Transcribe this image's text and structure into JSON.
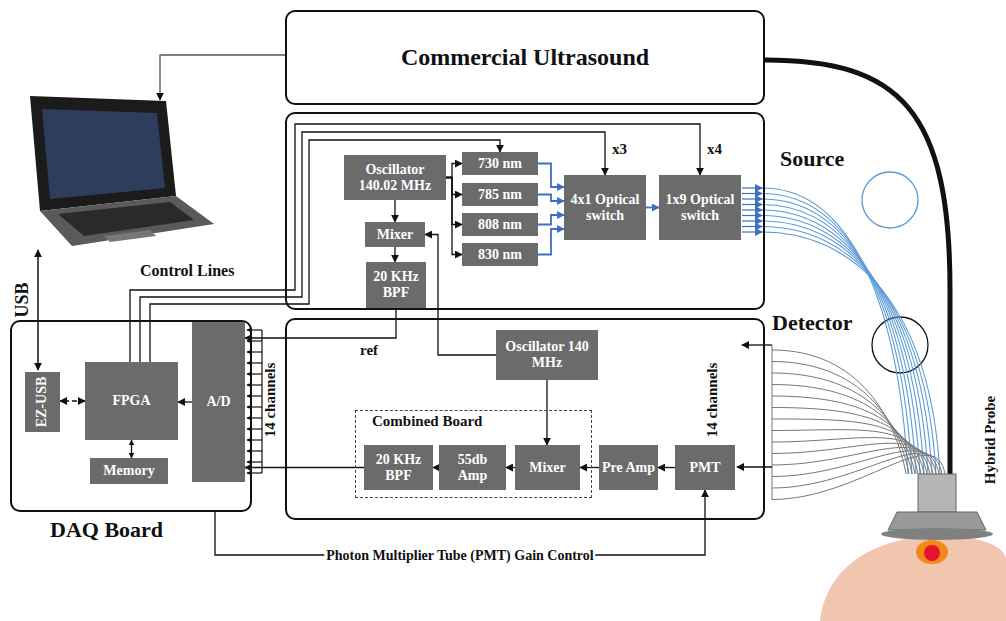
{
  "diagram": {
    "nodes": [
      {
        "text": [
          "Commercial Ultrasound"
        ]
      },
      {
        "text": [
          "Source"
        ]
      },
      {
        "text": [
          "Oscillator 140.02 MHz"
        ],
        "in": 1
      },
      {
        "text": [
          "730 nm"
        ],
        "in": 1
      },
      {
        "text": [
          "785 nm"
        ],
        "in": 1
      },
      {
        "text": [
          "808 nm"
        ],
        "in": 1
      },
      {
        "text": [
          "830 nm"
        ],
        "in": 1
      },
      {
        "text": [
          "4x1 Optical switch"
        ],
        "in": 1
      },
      {
        "text": [
          "1x9 Optical switch"
        ],
        "in": 1
      },
      {
        "text": [
          "Mixer"
        ],
        "in": 1
      },
      {
        "text": [
          "20 KHz BPF"
        ],
        "in": 1
      },
      {
        "text": [
          "DAQ Board"
        ]
      },
      {
        "text": [
          "EZ-USB"
        ],
        "in": 11
      },
      {
        "text": [
          "FPGA"
        ],
        "in": 11
      },
      {
        "text": [
          "A/D"
        ],
        "in": 11
      },
      {
        "text": [
          "Memory"
        ],
        "in": 11
      },
      {
        "text": [
          "Detector"
        ]
      },
      {
        "text": [
          "Oscillator 140 MHz"
        ],
        "in": 16
      },
      {
        "text": [
          "Combined Board"
        ],
        "in": 16
      },
      {
        "text": [
          "20 KHz BPF"
        ],
        "in": 18
      },
      {
        "text": [
          "55db Amp"
        ],
        "in": 18
      },
      {
        "text": [
          "Mixer"
        ],
        "in": 18
      },
      {
        "text": [
          "Pre Amp"
        ],
        "in": 16
      },
      {
        "text": [
          "PMT"
        ],
        "in": 16
      }
    ],
    "edges": [
      {
        "from": 2,
        "to": 3,
        "arrow": "to"
      },
      {
        "from": 2,
        "to": 4,
        "arrow": "to"
      },
      {
        "from": 2,
        "to": 5,
        "arrow": "to"
      },
      {
        "from": 2,
        "to": 6,
        "arrow": "to"
      },
      {
        "from": 2,
        "to": 9,
        "arrow": "to"
      },
      {
        "from": 9,
        "to": 10,
        "arrow": "to"
      },
      {
        "from": 3,
        "to": 7,
        "arrow": "to"
      },
      {
        "from": 4,
        "to": 7,
        "arrow": "to"
      },
      {
        "from": 5,
        "to": 7,
        "arrow": "to"
      },
      {
        "from": 6,
        "to": 7,
        "arrow": "to"
      },
      {
        "from": 7,
        "to": 8,
        "arrow": "to"
      },
      {
        "from": 17,
        "to": 9,
        "arrow": "to"
      },
      {
        "from": 17,
        "to": 21,
        "arrow": "to"
      },
      {
        "from": 23,
        "to": 22,
        "arrow": "to"
      },
      {
        "from": 22,
        "to": 21,
        "arrow": "to"
      },
      {
        "from": 21,
        "to": 20,
        "arrow": "to"
      },
      {
        "from": 20,
        "to": 19,
        "arrow": "to"
      },
      {
        "from": 19,
        "to": 14,
        "arrow": "to"
      },
      {
        "from": 10,
        "to": 14,
        "label": "ref",
        "arrow": "to"
      },
      {
        "from": 14,
        "to": 13,
        "arrow": "to"
      },
      {
        "from": 13,
        "to": 12,
        "arrow": "both"
      },
      {
        "from": 13,
        "to": 15,
        "arrow": "both"
      },
      {
        "from": 13,
        "to": 8,
        "label": "x4",
        "arrow": "to"
      },
      {
        "from": 13,
        "to": 7,
        "label": "x3",
        "arrow": "to"
      },
      {
        "from": 13,
        "to": 3,
        "arrow": "to"
      },
      {
        "from": 11,
        "to": 23,
        "label": "Photon Multiplier Tube (PMT) Gain Control",
        "arrow": "to"
      }
    ],
    "labels": [
      "USB",
      "Control Lines",
      "14 channels",
      "14 channels",
      "Hybrid Probe"
    ]
  }
}
